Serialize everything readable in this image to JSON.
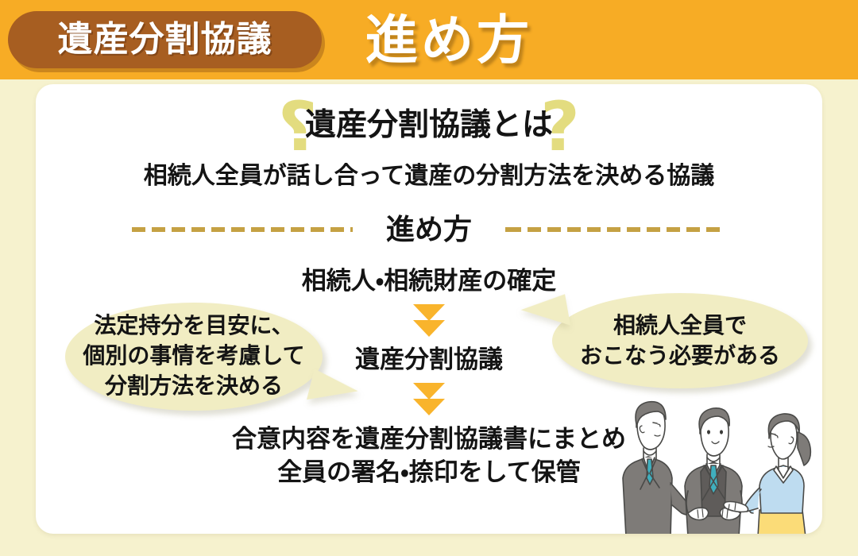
{
  "header": {
    "badge_label": "遺産分割協議",
    "title": "進め方",
    "bg_color": "#F7AC25",
    "badge_color": "#A75E21"
  },
  "page": {
    "bg_color": "#F6F2CE",
    "card_color": "#FFFFFF"
  },
  "whatis": {
    "qmark_left": "?",
    "qmark_right": "?",
    "qmark_color": "#E3DC7F",
    "title": "遺産分割協議とは",
    "subtitle": "相続人全員が話し合って遺産の分割方法を決める協議"
  },
  "section": {
    "title": "進め方",
    "dash_color": "#C5A143"
  },
  "flow": {
    "arrow_color": "#F9B42C",
    "steps": [
      {
        "text": "相続人・相続財産の確定"
      },
      {
        "text": "遺産分割協議"
      },
      {
        "line1": "合意内容を遺産分割協議書にまとめ",
        "line2": "全員の署名・捺印をして保管"
      }
    ]
  },
  "bubbles": {
    "bg_color": "#F1EDC3",
    "left": {
      "line1": "法定持分を目安に、",
      "line2": "個別の事情を考慮して",
      "line3": "分割方法を決める"
    },
    "right": {
      "line1": "相続人全員で",
      "line2": "おこなう必要がある"
    }
  },
  "illustration": {
    "name": "three-people-discussing",
    "suit_color": "#7E7B78",
    "tie_color": "#3FAFBE",
    "blouse_color": "#BEDCF0",
    "skirt_color": "#FBDC78"
  }
}
